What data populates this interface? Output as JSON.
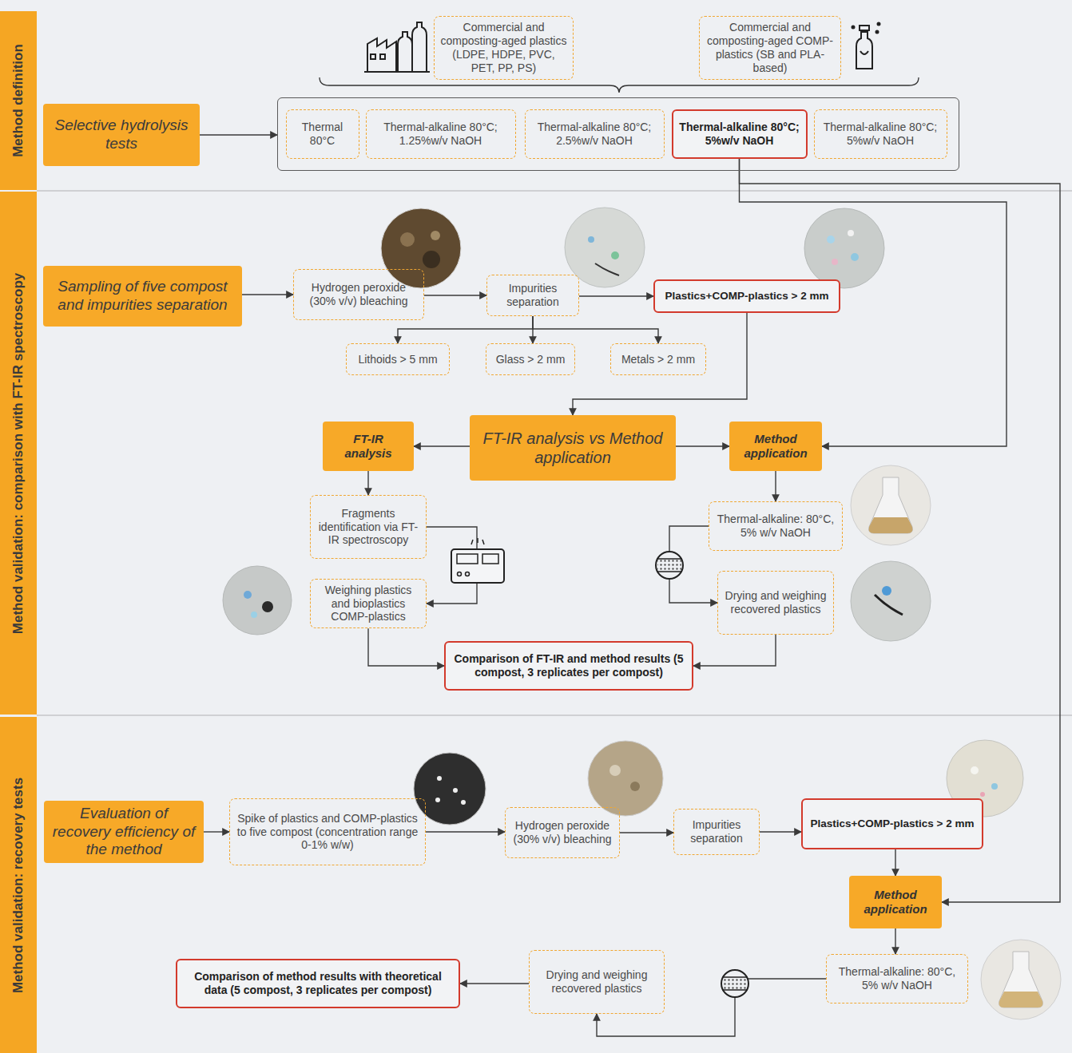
{
  "diagram": {
    "nodes": [
      {
        "text": [
          "Method definition"
        ]
      },
      {
        "text": [
          "Commercial and composting-aged plastics (LDPE, HDPE, PVC, PET, PP, PS)"
        ]
      },
      {
        "text": [
          "Commercial and composting-aged COMP-plastics (SB and PLA-based)"
        ]
      },
      {
        "text": [
          "Selective hydrolysis tests"
        ]
      },
      {
        "text": []
      },
      {
        "text": [
          "Thermal 80°C"
        ],
        "in": 4
      },
      {
        "text": [
          "Thermal-alkaline 80°C; 1.25%w/v NaOH"
        ],
        "in": 4
      },
      {
        "text": [
          "Thermal-alkaline 80°C; 2.5%w/v NaOH"
        ],
        "in": 4
      },
      {
        "text": [
          "Thermal-alkaline 80°C; 5%w/v NaOH"
        ],
        "in": 4
      },
      {
        "text": [
          "Thermal-alkaline 80°C; 5%w/v NaOH"
        ],
        "in": 4
      },
      {
        "text": [
          "Method validation: comparison with FT-IR spectroscopy"
        ]
      },
      {
        "text": [
          "Sampling of five compost and impurities separation"
        ]
      },
      {
        "text": [
          "Hydrogen peroxide (30% v/v) bleaching"
        ]
      },
      {
        "text": [
          "Impurities separation"
        ]
      },
      {
        "text": [
          "Plastics+COMP-plastics > 2 mm"
        ]
      },
      {
        "text": [
          "Lithoids > 5 mm"
        ]
      },
      {
        "text": [
          "Glass > 2 mm"
        ]
      },
      {
        "text": [
          "Metals > 2 mm"
        ]
      },
      {
        "text": [
          "FT-IR analysis vs Method application"
        ]
      },
      {
        "text": [
          "FT-IR analysis"
        ]
      },
      {
        "text": [
          "Method application"
        ]
      },
      {
        "text": [
          "Fragments identification via FT-IR spectroscopy"
        ]
      },
      {
        "text": [
          "Thermal-alkaline: 80°C, 5% w/v NaOH"
        ]
      },
      {
        "text": [
          "Weighing plastics and bioplastics COMP-plastics"
        ]
      },
      {
        "text": [
          "Drying and weighing recovered plastics"
        ]
      },
      {
        "text": [
          "Comparison of FT-IR and method results (5 compost, 3 replicates per compost)"
        ]
      },
      {
        "text": [
          "Method validation: recovery tests"
        ]
      },
      {
        "text": [
          "Evaluation of recovery efficiency of the method"
        ]
      },
      {
        "text": [
          "Spike of plastics and COMP-plastics to five compost (concentration range 0-1% w/w)"
        ]
      },
      {
        "text": [
          "Hydrogen peroxide (30% v/v) bleaching"
        ]
      },
      {
        "text": [
          "Impurities separation"
        ]
      },
      {
        "text": [
          "Plastics+COMP-plastics > 2 mm"
        ]
      },
      {
        "text": [
          "Method application"
        ]
      },
      {
        "text": [
          "Thermal-alkaline: 80°C, 5% w/v NaOH"
        ]
      },
      {
        "text": [
          "Drying and weighing recovered plastics"
        ]
      },
      {
        "text": [
          "Comparison of method results with theoretical data (5 compost, 3 replicates per compost)"
        ]
      }
    ],
    "edges": [
      {
        "from": 3,
        "to": 4,
        "arrow": "to"
      },
      {
        "from": 8,
        "to": 20,
        "arrow": "to"
      },
      {
        "from": 8,
        "to": 32,
        "arrow": "to"
      },
      {
        "from": 11,
        "to": 12,
        "arrow": "to"
      },
      {
        "from": 12,
        "to": 13,
        "arrow": "to"
      },
      {
        "from": 13,
        "to": 14,
        "arrow": "to"
      },
      {
        "from": 13,
        "to": 15,
        "arrow": "to"
      },
      {
        "from": 13,
        "to": 16,
        "arrow": "to"
      },
      {
        "from": 13,
        "to": 17,
        "arrow": "to"
      },
      {
        "from": 14,
        "to": 18,
        "arrow": "to"
      },
      {
        "from": 18,
        "to": 19,
        "arrow": "to"
      },
      {
        "from": 18,
        "to": 20,
        "arrow": "to"
      },
      {
        "from": 19,
        "to": 21,
        "arrow": "to"
      },
      {
        "from": 20,
        "to": 22,
        "arrow": "to"
      },
      {
        "from": 21,
        "to": 23,
        "arrow": "to"
      },
      {
        "from": 22,
        "to": 24,
        "arrow": "to"
      },
      {
        "from": 23,
        "to": 25,
        "arrow": "to"
      },
      {
        "from": 24,
        "to": 25,
        "arrow": "to"
      },
      {
        "from": 27,
        "to": 28,
        "arrow": "to"
      },
      {
        "from": 28,
        "to": 29,
        "arrow": "to"
      },
      {
        "from": 29,
        "to": 30,
        "arrow": "to"
      },
      {
        "from": 30,
        "to": 31,
        "arrow": "to"
      },
      {
        "from": 31,
        "to": 32,
        "arrow": "to"
      },
      {
        "from": 32,
        "to": 33,
        "arrow": "to"
      },
      {
        "from": 33,
        "to": 34,
        "arrow": "to"
      },
      {
        "from": 34,
        "to": 35,
        "arrow": "to"
      }
    ]
  }
}
